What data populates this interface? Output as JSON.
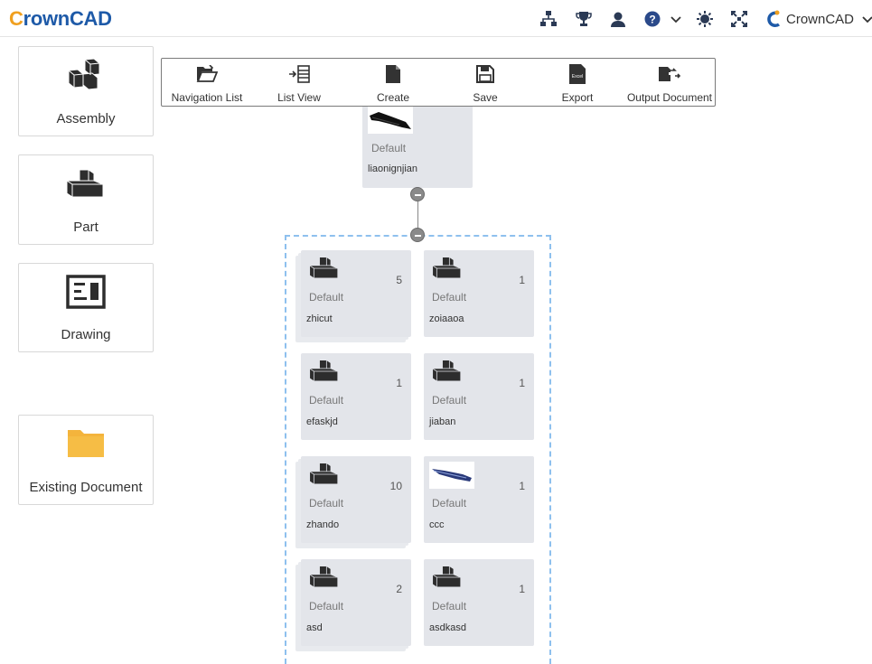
{
  "header": {
    "logo": {
      "first": "C",
      "rest": "rownCAD"
    },
    "user_name": "CrownCAD",
    "icons": [
      "org-chart-icon",
      "trophy-icon",
      "user-icon",
      "help-icon",
      "theme-icon",
      "fullscreen-icon",
      "crown-logo-icon"
    ]
  },
  "sidebar": {
    "items": [
      {
        "label": "Assembly",
        "icon": "assembly-icon"
      },
      {
        "label": "Part",
        "icon": "part-icon"
      },
      {
        "label": "Drawing",
        "icon": "drawing-icon"
      },
      {
        "label": "Existing Document",
        "icon": "folder-icon"
      }
    ]
  },
  "toolbar": {
    "items": [
      {
        "label": "Navigation List",
        "icon": "open-folder-icon"
      },
      {
        "label": "List View",
        "icon": "list-view-icon"
      },
      {
        "label": "Create",
        "icon": "new-file-icon"
      },
      {
        "label": "Save",
        "icon": "save-icon"
      },
      {
        "label": "Export",
        "icon": "excel-export-icon"
      },
      {
        "label": "Output Document",
        "icon": "output-document-icon"
      }
    ],
    "excel_text": "Excel"
  },
  "root": {
    "config": "Default",
    "name": "liaonignjian"
  },
  "children": [
    {
      "config": "Default",
      "name": "zhicut",
      "count": "5",
      "stacked": true
    },
    {
      "config": "Default",
      "name": "zoiaaoa",
      "count": "1",
      "stacked": false
    },
    {
      "config": "Default",
      "name": "efaskjd",
      "count": "1",
      "stacked": false
    },
    {
      "config": "Default",
      "name": "jiaban",
      "count": "1",
      "stacked": false
    },
    {
      "config": "Default",
      "name": "zhando",
      "count": "10",
      "stacked": true
    },
    {
      "config": "Default",
      "name": "ccc",
      "count": "1",
      "stacked": false,
      "photo": true
    },
    {
      "config": "Default",
      "name": "asd",
      "count": "2",
      "stacked": true
    },
    {
      "config": "Default",
      "name": "asdkasd",
      "count": "1",
      "stacked": false
    }
  ],
  "colors": {
    "accent": "#1e5aa8",
    "folder": "#f4b43c",
    "dash": "#8ec0ee",
    "card": "#e3e5ea"
  }
}
